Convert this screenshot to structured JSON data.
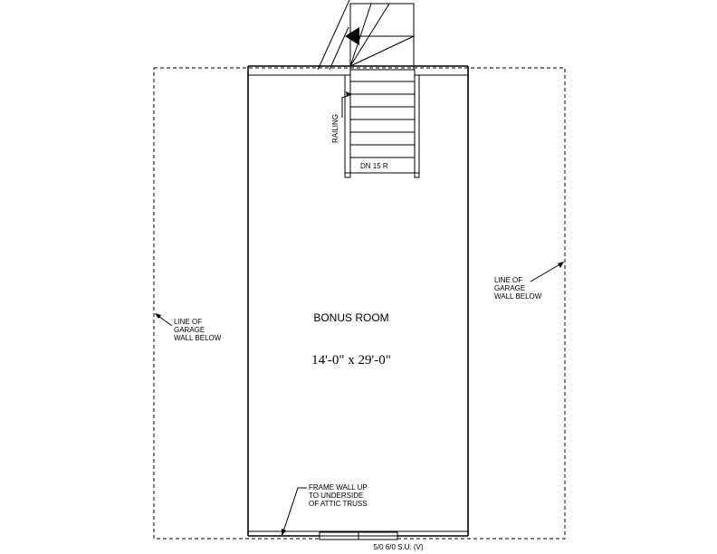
{
  "room": {
    "name": "BONUS ROOM",
    "dimensions": "14'-0\" x 29'-0\""
  },
  "stairs": {
    "railing_label": "RAILING",
    "riser_label": "DN 15 R"
  },
  "notes": {
    "left_garage_line": [
      "LINE OF",
      "GARAGE",
      "WALL BELOW"
    ],
    "right_garage_line": [
      "LINE OF",
      "GARAGE",
      "WALL BELOW"
    ],
    "frame_wall": [
      "FRAME WALL UP",
      "TO UNDERSIDE",
      "OF ATTIC TRUSS"
    ]
  },
  "window": {
    "label": "5/0 6/0 S.U. (V)"
  }
}
